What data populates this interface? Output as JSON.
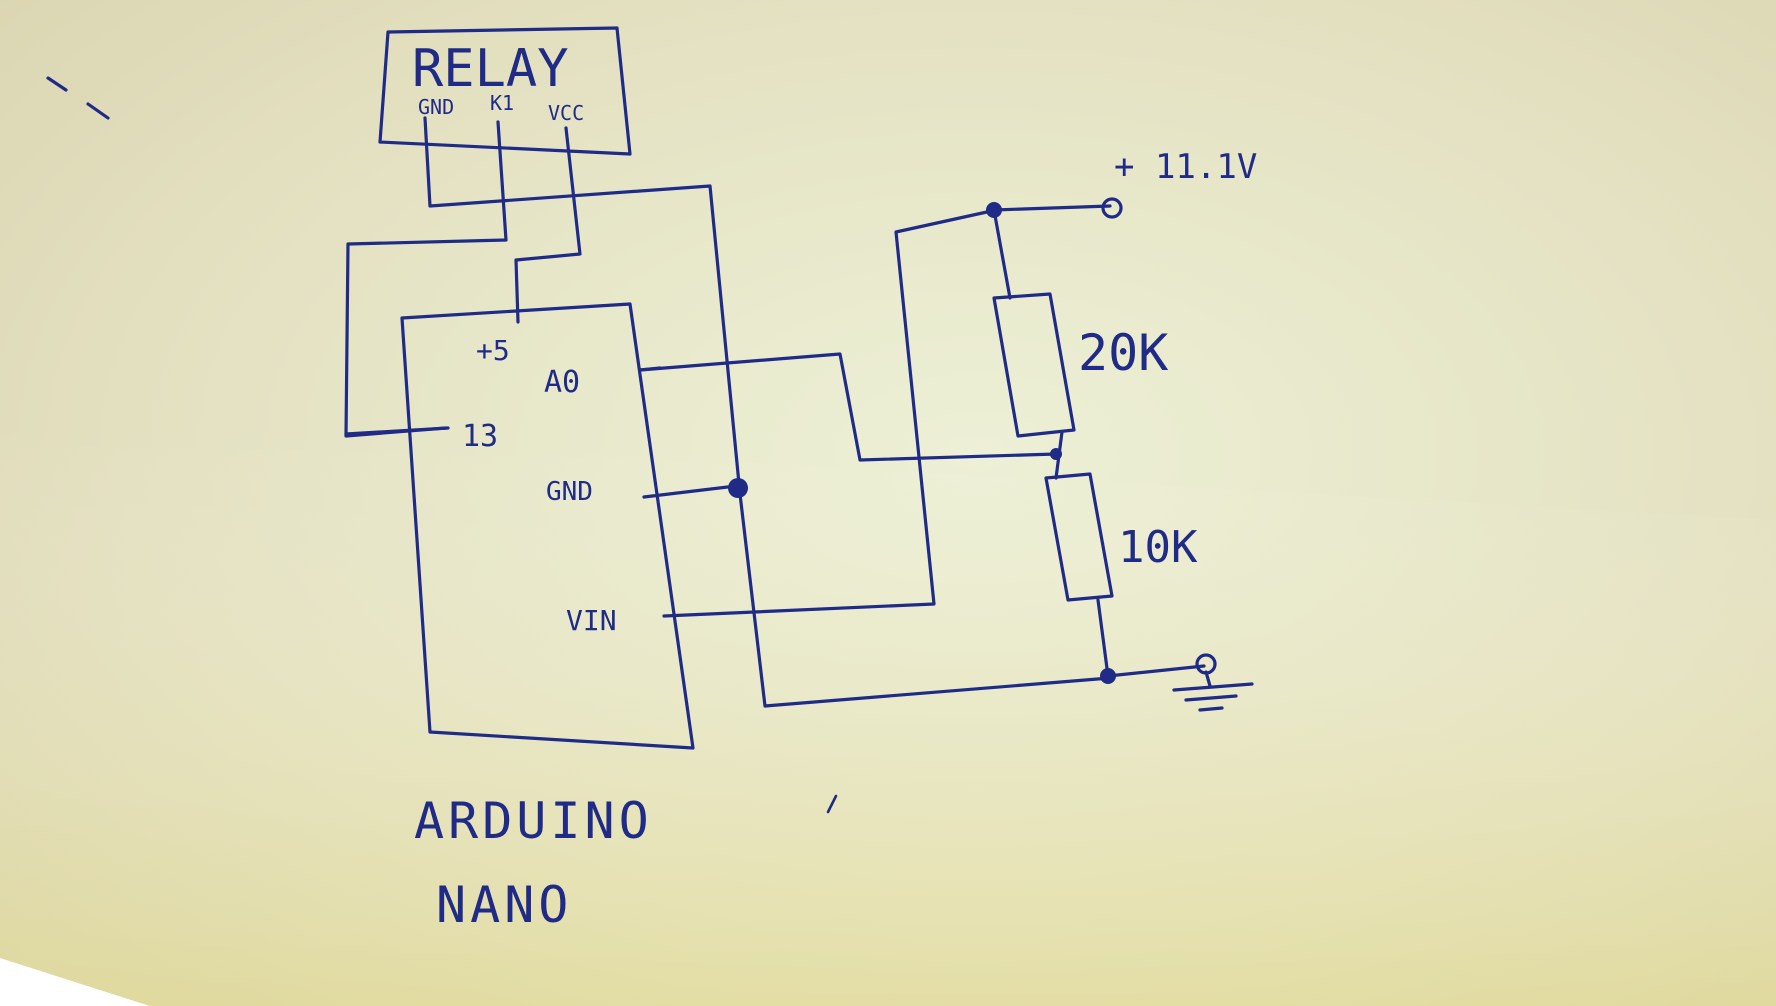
{
  "diagram": {
    "relay": {
      "title": "RELAY",
      "pins": [
        "GND",
        "K1",
        "VCC"
      ]
    },
    "arduino": {
      "name_line1": "ARDUINO",
      "name_line2": "NANO",
      "pins": {
        "plus5": "+5",
        "a0": "A0",
        "d13": "13",
        "gnd": "GND",
        "vin": "VIN"
      }
    },
    "supply": {
      "label": "+ 11.1V"
    },
    "resistors": [
      {
        "value": "20K"
      },
      {
        "value": "10K"
      }
    ],
    "colors": {
      "paper": "#e6e3c6",
      "ink": "#1f2b86"
    }
  }
}
